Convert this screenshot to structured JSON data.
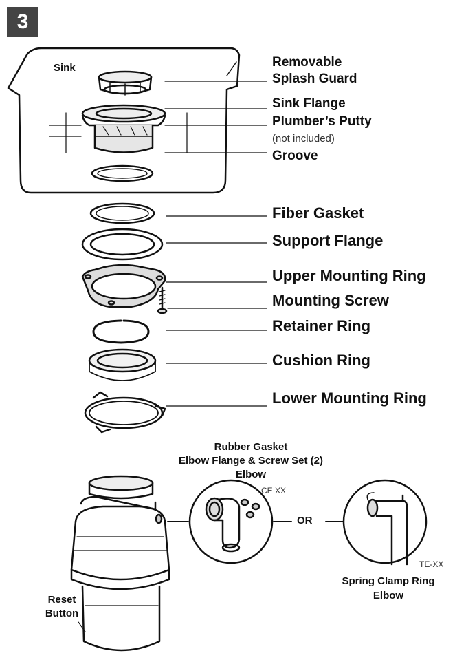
{
  "step_number": "3",
  "labels": {
    "sink": "Sink",
    "removable": "Removable",
    "splash_guard": "Splash Guard",
    "sink_flange": "Sink Flange",
    "plumbers_putty": "Plumber’s Putty",
    "not_included": "(not included)",
    "groove": "Groove",
    "fiber_gasket": "Fiber Gasket",
    "support_flange": "Support Flange",
    "upper_mounting_ring": "Upper Mounting Ring",
    "mounting_screw": "Mounting Screw",
    "retainer_ring": "Retainer Ring",
    "cushion_ring": "Cushion Ring",
    "lower_mounting_ring": "Lower Mounting Ring",
    "rubber_gasket": "Rubber Gasket",
    "elbow_flange_screw_set": "Elbow Flange & Screw Set (2)",
    "elbow": "Elbow",
    "ce_code": "CE XX",
    "or": "OR",
    "te_code": "TE-XX",
    "spring_clamp_ring": "Spring Clamp Ring",
    "spring_elbow": "Elbow",
    "reset": "Reset",
    "button": "Button"
  },
  "colors": {
    "line": "#111111",
    "step_badge": "#444444",
    "part_fill": "#e6e6e6"
  }
}
